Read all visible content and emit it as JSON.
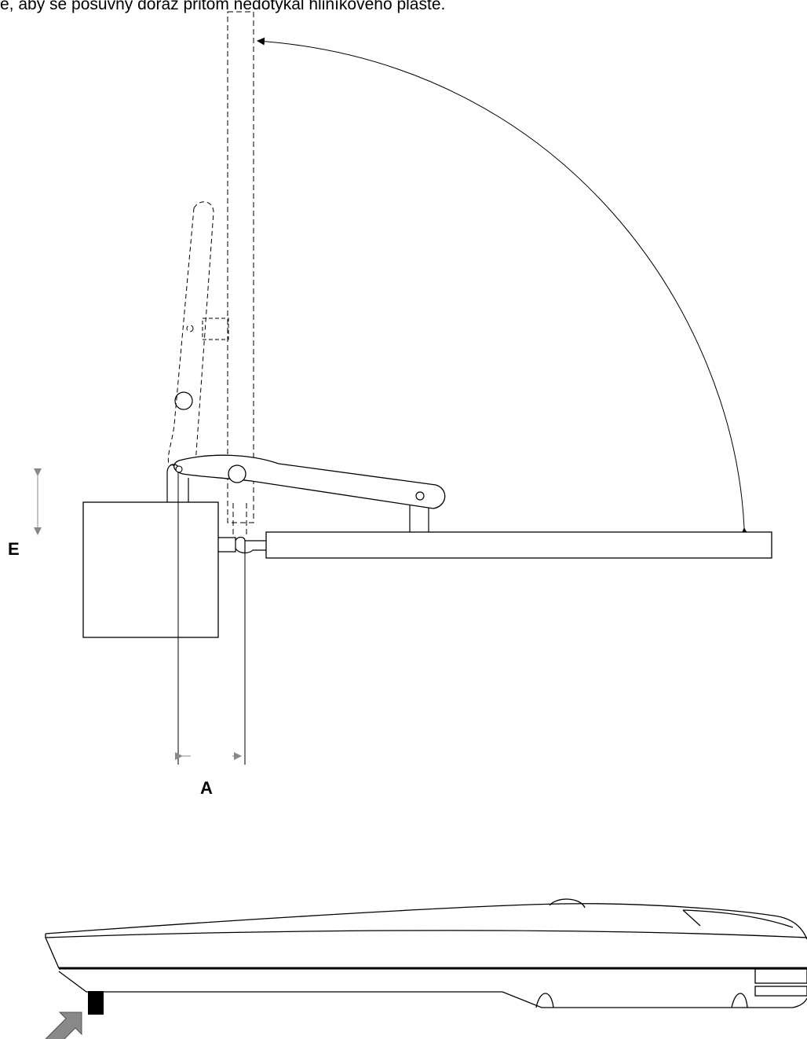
{
  "caption": "e, aby se posuvný doraz přitom nedotýkal hliníkového pláště.",
  "labels": {
    "e": "E",
    "a": "A"
  },
  "colors": {
    "line": "#000000",
    "dim_arrow": "#888888",
    "push_arrow": "#888888",
    "stop_block": "#000000"
  }
}
